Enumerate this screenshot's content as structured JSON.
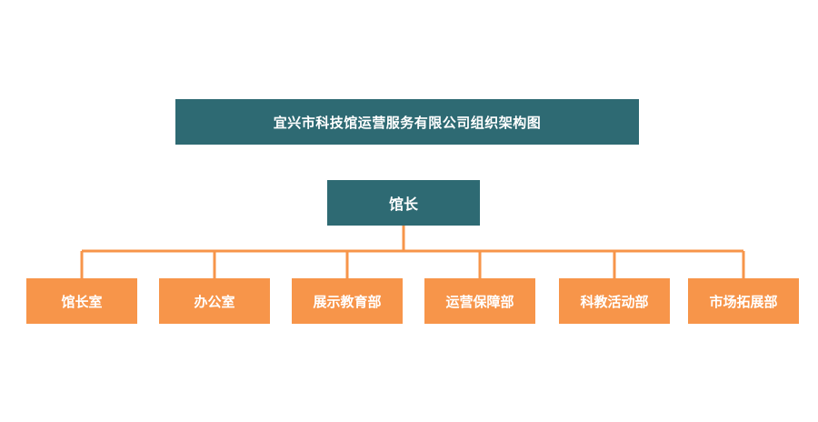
{
  "colors": {
    "primary": "#2e6a73",
    "accent": "#f7954a",
    "connector": "#f7954a"
  },
  "org": {
    "title": "宜兴市科技馆运营服务有限公司组织架构图",
    "head": "馆长",
    "departments": [
      "馆长室",
      "办公室",
      "展示教育部",
      "运营保障部",
      "科教活动部",
      "市场拓展部"
    ]
  }
}
